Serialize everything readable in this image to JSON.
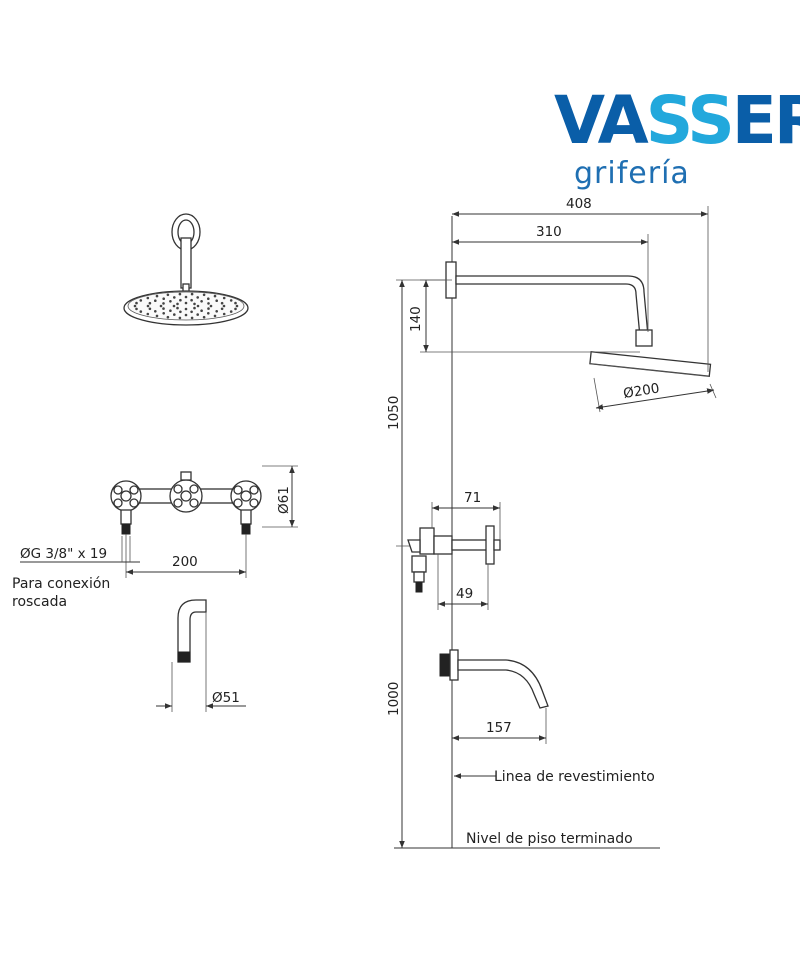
{
  "brand": {
    "name": "VASSER",
    "subtitle": "grifería",
    "color_primary": "#0a5ea8",
    "color_accent": "#22a8dc"
  },
  "dimensions": {
    "total_width": "408",
    "arm_length": "310",
    "arm_drop": "140",
    "head_diameter": "Ø200",
    "valve_height": "1050",
    "spout_height": "1000",
    "valve_depth": "71",
    "valve_body": "49",
    "spout_reach": "157",
    "handle_diameter": "Ø61",
    "valve_spacing": "200",
    "thread": "ØG 3/8\" x 19",
    "spout_diameter": "Ø51"
  },
  "notes": {
    "connection_line1": "Para conexión",
    "connection_line2": "roscada",
    "wall_line": "Linea de revestimiento",
    "floor_line": "Nivel de piso terminado"
  }
}
